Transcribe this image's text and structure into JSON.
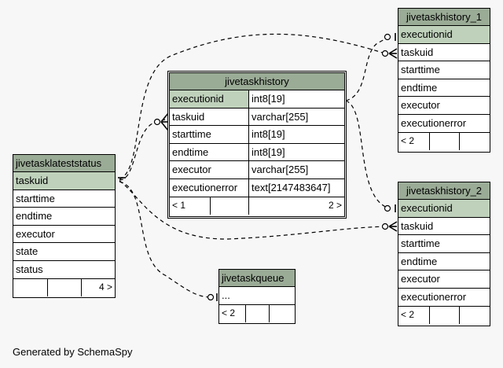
{
  "tables": {
    "jivetaskhistory": {
      "title": "jivetaskhistory",
      "columns": [
        {
          "name": "executionid",
          "type": "int8[19]"
        },
        {
          "name": "taskuid",
          "type": "varchar[255]"
        },
        {
          "name": "starttime",
          "type": "int8[19]"
        },
        {
          "name": "endtime",
          "type": "int8[19]"
        },
        {
          "name": "executor",
          "type": "varchar[255]"
        },
        {
          "name": "executionerror",
          "type": "text[2147483647]"
        }
      ],
      "parents": "< 1",
      "children": "2 >"
    },
    "jivetaskhistory_1": {
      "title": "jivetaskhistory_1",
      "columns": [
        "executionid",
        "taskuid",
        "starttime",
        "endtime",
        "executor",
        "executionerror"
      ],
      "parents": "< 2"
    },
    "jivetaskhistory_2": {
      "title": "jivetaskhistory_2",
      "columns": [
        "executionid",
        "taskuid",
        "starttime",
        "endtime",
        "executor",
        "executionerror"
      ],
      "parents": "< 2"
    },
    "jivetasklateststatus": {
      "title": "jivetasklateststatus",
      "columns": [
        "taskuid",
        "starttime",
        "endtime",
        "executor",
        "state",
        "status"
      ],
      "children": "4 >"
    },
    "jivetaskqueue": {
      "title": "jivetaskqueue",
      "columns": [
        "..."
      ],
      "parents": "< 2"
    }
  },
  "caption": "Generated by SchemaSpy"
}
